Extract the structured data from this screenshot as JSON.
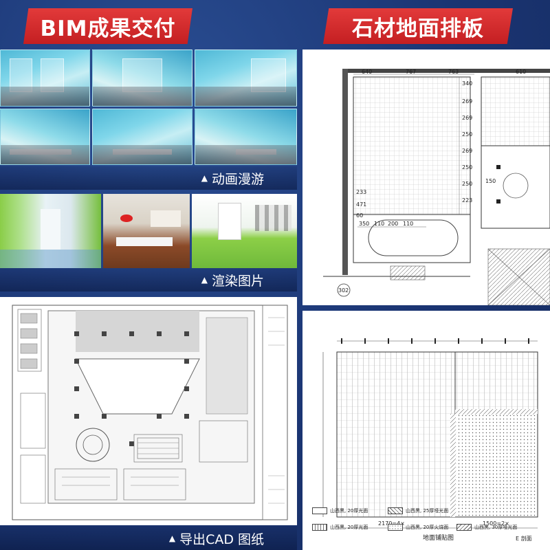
{
  "banners": {
    "left_title": "BIM成果交付",
    "right_title": "石材地面排板"
  },
  "captions": {
    "animation": "动画漫游",
    "render": "渲染图片",
    "cad": "导出CAD 图纸"
  },
  "caption_icon": "up-triangle-icon",
  "stone_plan": {
    "top_dimensions": [
      "640",
      "767",
      "763",
      "610"
    ],
    "side_dimensions": [
      "340",
      "269",
      "269",
      "250",
      "269",
      "250",
      "250",
      "223"
    ],
    "bottom_dimensions": [
      "350",
      "110",
      "200",
      "110"
    ],
    "misc_dimensions": [
      "233",
      "471",
      "60",
      "150"
    ],
    "tag": "302"
  },
  "paving_plan": {
    "dimensions": [
      "2170=4×",
      "1500=2×"
    ],
    "title": "地面铺贴图",
    "legend": [
      "山西黑, 20厚光面",
      "山西黑, 25厚哑光面",
      "山西黑, 20厚光面",
      "山西黑, 20厚火烧面",
      "山西黑, 30厚哑光面"
    ],
    "section_label": "E 剖面"
  },
  "colors": {
    "background": "#1b3573",
    "banner_red": "#d42a2c",
    "accent_green": "#8acd48"
  }
}
